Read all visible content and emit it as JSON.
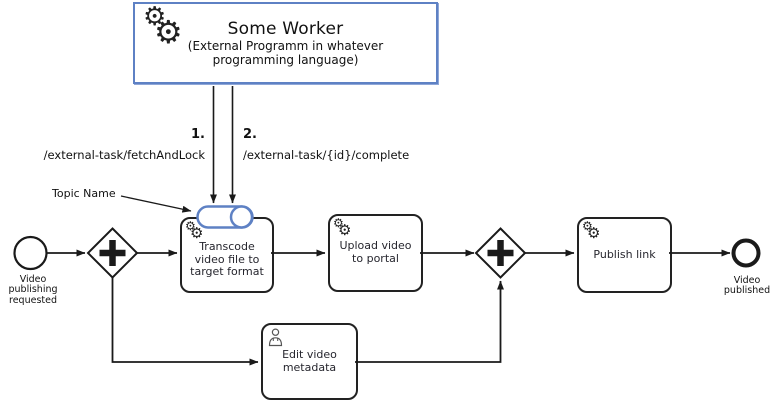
{
  "icons": {
    "gear_glyph": "⚙"
  },
  "worker": {
    "title": "Some Worker",
    "subtitle": "(External Programm in whatever programming language)"
  },
  "annotations": {
    "step1": {
      "number": "1.",
      "endpoint": "/external-task/fetchAndLock"
    },
    "step2": {
      "number": "2.",
      "endpoint": "/external-task/{id}/complete"
    },
    "topic_name": "Topic Name"
  },
  "process": {
    "start_event": {
      "label": "Video publishing requested"
    },
    "tasks": [
      {
        "name": "transcode",
        "type": "service-task",
        "icon": "gears-icon",
        "label": "Transcode video file to target format"
      },
      {
        "name": "upload",
        "type": "service-task",
        "icon": "gears-icon",
        "label": "Upload video to portal"
      },
      {
        "name": "publish",
        "type": "service-task",
        "icon": "gears-icon",
        "label": "Publish link"
      },
      {
        "name": "edit-metadata",
        "type": "user-task",
        "icon": "user-icon",
        "label": "Edit video metadata"
      }
    ],
    "gateways": [
      {
        "name": "fork",
        "type": "parallel"
      },
      {
        "name": "join",
        "type": "parallel"
      }
    ],
    "end_event": {
      "label": "Video published"
    }
  },
  "colors": {
    "accent_blue": "#5e81c4",
    "line": "#1a1a1a"
  }
}
